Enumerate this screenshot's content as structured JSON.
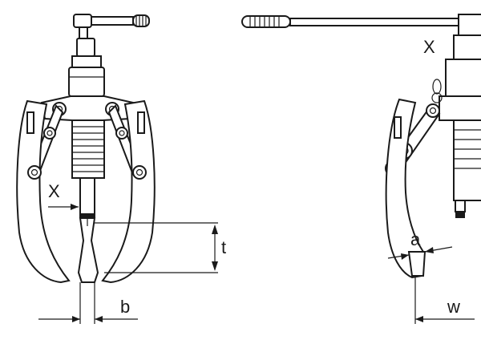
{
  "labels": {
    "x_left": "X",
    "x_right": "X",
    "t": "t",
    "b": "b",
    "a": "a",
    "w": "w"
  },
  "colors": {
    "ink": "#1a1a1a",
    "paper": "#ffffff"
  }
}
